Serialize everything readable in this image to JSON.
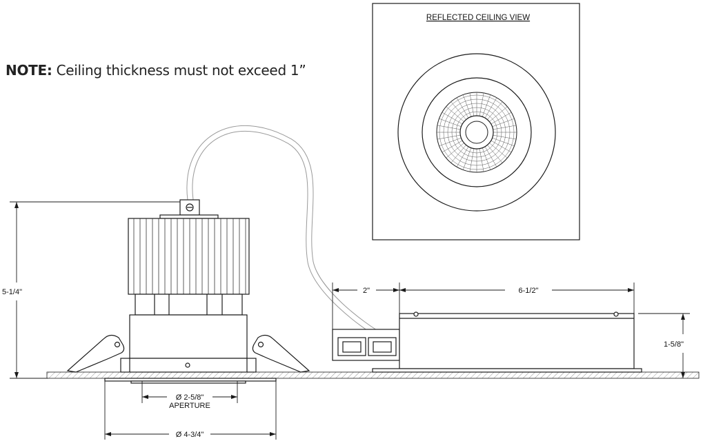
{
  "note": {
    "label": "NOTE:",
    "text": "Ceiling thickness must not exceed 1”"
  },
  "reflected_view": {
    "title": "REFLECTED CEILING VIEW"
  },
  "dimensions": {
    "overall_height": "5-1/4\"",
    "aperture_diameter": "Ø 2-5/8\"",
    "aperture_label": "APERTURE",
    "trim_diameter": "Ø 4-3/4\"",
    "junction_depth": "2\"",
    "driver_length": "6-1/2\"",
    "driver_height": "1-5/8\""
  },
  "colors": {
    "line": "#1a1a1a",
    "ceiling_hatch": "#555555",
    "background": "#ffffff"
  }
}
